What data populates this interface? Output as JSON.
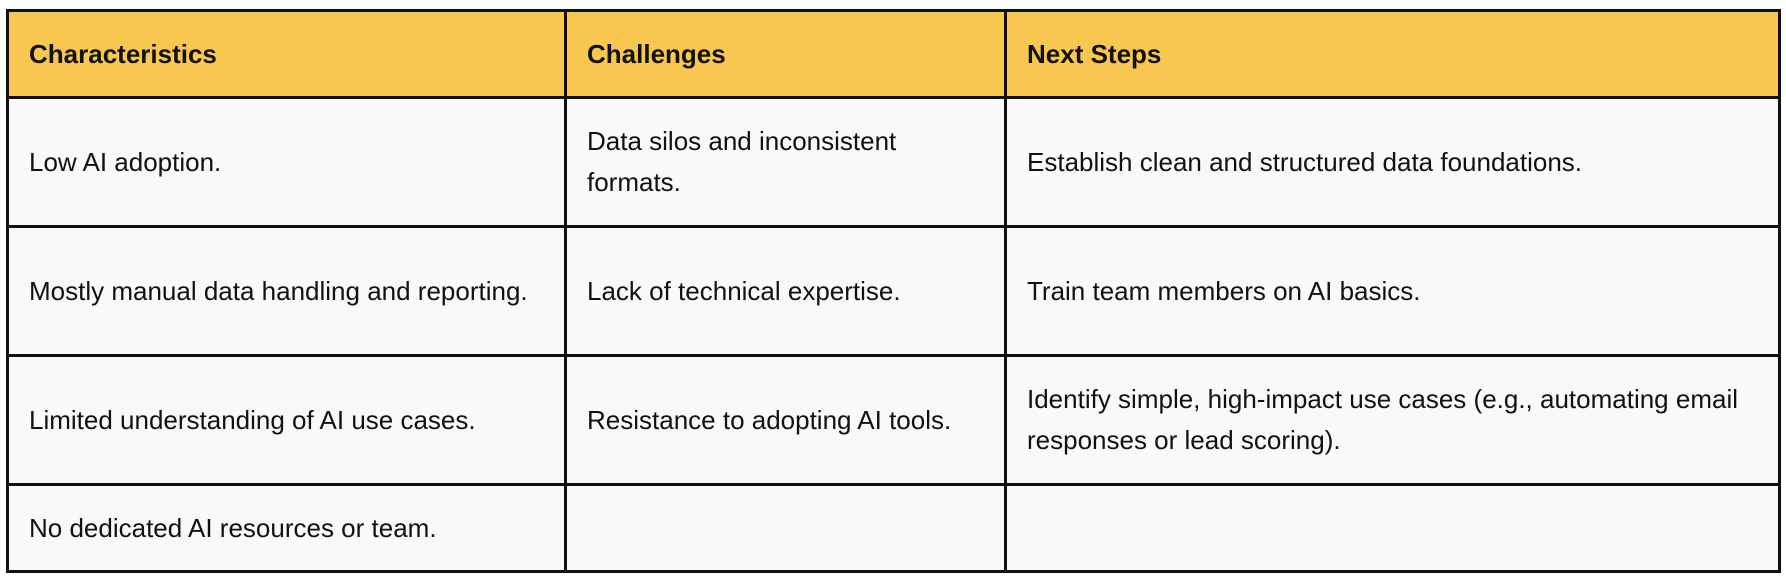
{
  "table": {
    "headers": [
      "Characteristics",
      "Challenges",
      "Next Steps"
    ],
    "rows": [
      [
        "Low AI adoption.",
        "Data silos and inconsistent formats.",
        "Establish clean and structured data foundations."
      ],
      [
        "Mostly manual data handling and reporting.",
        "Lack of technical expertise.",
        "Train team members on AI basics."
      ],
      [
        "Limited understanding of AI use cases.",
        "Resistance to adopting AI tools.",
        "Identify simple, high-impact use cases (e.g., automating email responses or lead scoring)."
      ],
      [
        "No dedicated AI resources or team.",
        "",
        ""
      ]
    ]
  },
  "colors": {
    "header_background": "#f8c74f",
    "cell_background": "#f9f9f9",
    "border": "#111111"
  }
}
